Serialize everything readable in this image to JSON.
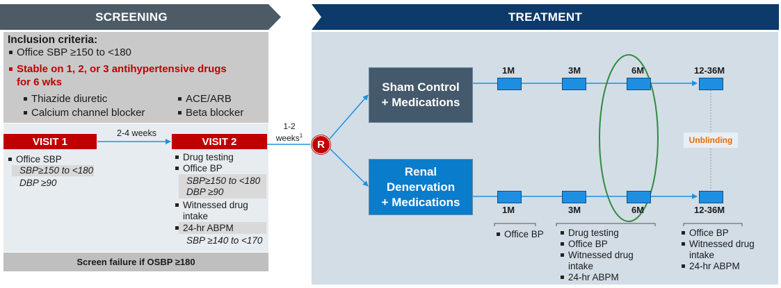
{
  "screening": {
    "title": "SCREENING",
    "inclusion_title": "Inclusion criteria:",
    "criteria_1": "Office SBP ≥150 to <180",
    "criteria_2_line1": "Stable on 1, 2, or 3 antihypertensive drugs",
    "criteria_2_line2": "for 6 wks",
    "drug_classes": [
      "Thiazide diuretic",
      "ACE/ARB",
      "Calcium channel blocker",
      "Beta blocker"
    ],
    "visit1": {
      "label": "VISIT 1",
      "items": [
        "Office SBP"
      ],
      "sbp": "SBP≥150 to <180",
      "dbp": "DBP ≥90"
    },
    "interval": "2-4 weeks",
    "visit2": {
      "label": "VISIT 2",
      "drug_testing": "Drug testing",
      "office_bp": "Office BP",
      "sbp": "SBP≥150 to <180",
      "dbp": "DBP ≥90",
      "witnessed_1": "Witnessed drug",
      "witnessed_2": "intake",
      "abpm": "24-hr ABPM",
      "abpm_sbp": "SBP ≥140 to <170"
    },
    "failure": "Screen failure if OSBP ≥180"
  },
  "randomization": {
    "weeks_line1": "1-2",
    "weeks_line2": "weeks",
    "footnote": "1",
    "symbol": "R"
  },
  "treatment": {
    "title": "TREATMENT",
    "sham_line1": "Sham Control",
    "sham_line2": "+ Medications",
    "rdn_line1": "Renal",
    "rdn_line2": "Denervation",
    "rdn_line3": "+ Medications",
    "timepoints": [
      "1M",
      "3M",
      "6M",
      "12-36M"
    ],
    "unblinding": "Unblinding",
    "followup_1m": [
      "Office BP"
    ],
    "followup_3m_6m": [
      "Drug testing",
      "Office BP",
      "Witnessed drug",
      "intake",
      "24-hr ABPM"
    ],
    "followup_12m": [
      "Office BP",
      "Witnessed drug",
      "intake",
      "24-hr ABPM"
    ]
  },
  "colors": {
    "header_gray": "#4d5b66",
    "header_navy": "#0c3a6b",
    "visit_red": "#c00000",
    "sham_slate": "#44596b",
    "rdn_blue": "#0a7ccc",
    "arrow_blue": "#1e8fe0",
    "ellipse_green": "#2e8b3e",
    "criteria_red": "#c00000",
    "unblinding_orange": "#e36c0a"
  }
}
